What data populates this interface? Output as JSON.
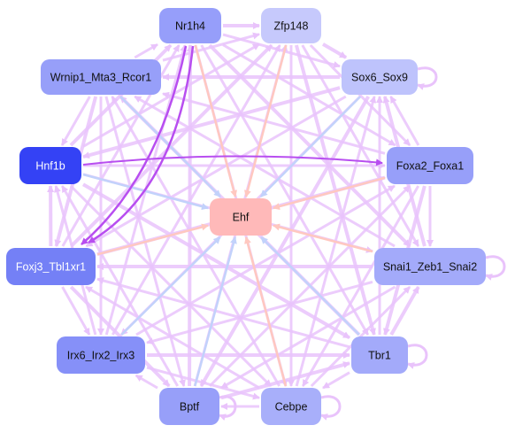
{
  "nodes": [
    {
      "id": "nr1h4",
      "label": "Nr1h4",
      "fill": "#969efa",
      "text_color": "#111111"
    },
    {
      "id": "zfp148",
      "label": "Zfp148",
      "fill": "#c6c9fc",
      "text_color": "#111111"
    },
    {
      "id": "wrnip1",
      "label": "Wrnip1_Mta3_Rcor1",
      "fill": "#979ff9",
      "text_color": "#111111"
    },
    {
      "id": "sox6",
      "label": "Sox6_Sox9",
      "fill": "#bec3fc",
      "text_color": "#111111"
    },
    {
      "id": "hnf1b",
      "label": "Hnf1b",
      "fill": "#3442f5",
      "text_color": "#ffffff"
    },
    {
      "id": "foxa2",
      "label": "Foxa2_Foxa1",
      "fill": "#979ff9",
      "text_color": "#111111"
    },
    {
      "id": "ehf",
      "label": "Ehf",
      "fill": "#ffb9b9",
      "text_color": "#111111"
    },
    {
      "id": "foxj3",
      "label": "Foxj3_Tbl1xr1",
      "fill": "#7480f6",
      "text_color": "#ffffff"
    },
    {
      "id": "snai1",
      "label": "Snai1_Zeb1_Snai2",
      "fill": "#a3aafa",
      "text_color": "#111111"
    },
    {
      "id": "irx6",
      "label": "Irx6_Irx2_Irx3",
      "fill": "#8690f8",
      "text_color": "#111111"
    },
    {
      "id": "tbr1",
      "label": "Tbr1",
      "fill": "#a3aafa",
      "text_color": "#111111"
    },
    {
      "id": "bptf",
      "label": "Bptf",
      "fill": "#979ff9",
      "text_color": "#111111"
    },
    {
      "id": "cebpe",
      "label": "Cebpe",
      "fill": "#a8affa",
      "text_color": "#111111"
    }
  ],
  "edge_colors": {
    "regulation": "#e9c3fb",
    "strong": "#b84ef0",
    "activation": "#ffc8c0",
    "repression": "#c2d2fb"
  }
}
